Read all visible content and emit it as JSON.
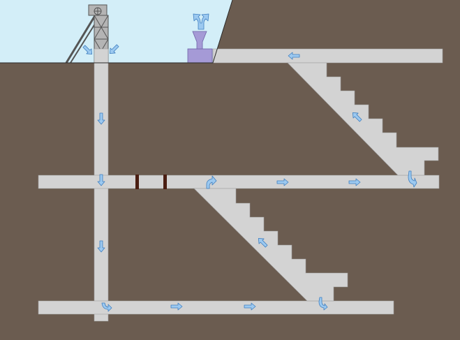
{
  "diagram": {
    "kind": "mine-ventilation-cross-section",
    "colors": {
      "sky": "#d3eef8",
      "rock": "#6b5c50",
      "rock_edge": "#2b2b2b",
      "tunnel": "#d3d3d3",
      "tunnel_edge": "#9a9a9a",
      "arrow_fill": "#9cc9f0",
      "arrow_stroke": "#3f7fc0",
      "fan_house": "#a59ad6",
      "fan_house_edge": "#6f63a8",
      "headframe": "#b4b4b4",
      "headframe_edge": "#555555",
      "door": "#4a1e12"
    },
    "icons": {
      "headframe": "mine-headframe-icon",
      "fan": "ventilation-fan-icon",
      "door": "ventilation-door-icon",
      "airflow": "airflow-arrow-icon"
    },
    "airflow": {
      "intake": "down-shaft",
      "exhaust": "fan-outlet-up-split"
    },
    "levels": 3,
    "ventilation_doors": 2
  }
}
